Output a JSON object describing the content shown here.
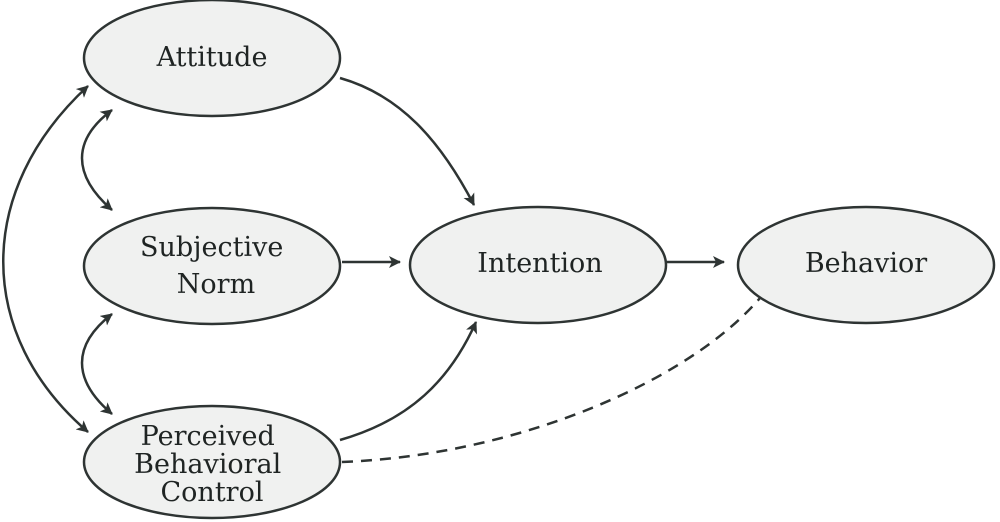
{
  "nodes": {
    "attitude": {
      "lines": [
        "Attitude"
      ]
    },
    "subjective_norm": {
      "lines": [
        "Subjective",
        "Norm"
      ]
    },
    "perceived_behavioral_control": {
      "lines": [
        "Perceived",
        "Behavioral",
        "Control"
      ]
    },
    "intention": {
      "lines": [
        "Intention"
      ]
    },
    "behavior": {
      "lines": [
        "Behavior"
      ]
    }
  },
  "edges": [
    {
      "from": "attitude",
      "to": "intention",
      "style": "solid",
      "direction": "forward"
    },
    {
      "from": "subjective_norm",
      "to": "intention",
      "style": "solid",
      "direction": "forward"
    },
    {
      "from": "perceived_behavioral_control",
      "to": "intention",
      "style": "solid",
      "direction": "forward"
    },
    {
      "from": "intention",
      "to": "behavior",
      "style": "solid",
      "direction": "forward"
    },
    {
      "from": "perceived_behavioral_control",
      "to": "behavior",
      "style": "dashed",
      "direction": "none"
    },
    {
      "from": "attitude",
      "to": "subjective_norm",
      "style": "solid",
      "direction": "both"
    },
    {
      "from": "subjective_norm",
      "to": "perceived_behavioral_control",
      "style": "solid",
      "direction": "both"
    },
    {
      "from": "attitude",
      "to": "perceived_behavioral_control",
      "style": "solid",
      "direction": "both"
    }
  ],
  "colors": {
    "node_fill": "#f0f1f0",
    "stroke": "#2e3433",
    "text": "#1f2423"
  }
}
